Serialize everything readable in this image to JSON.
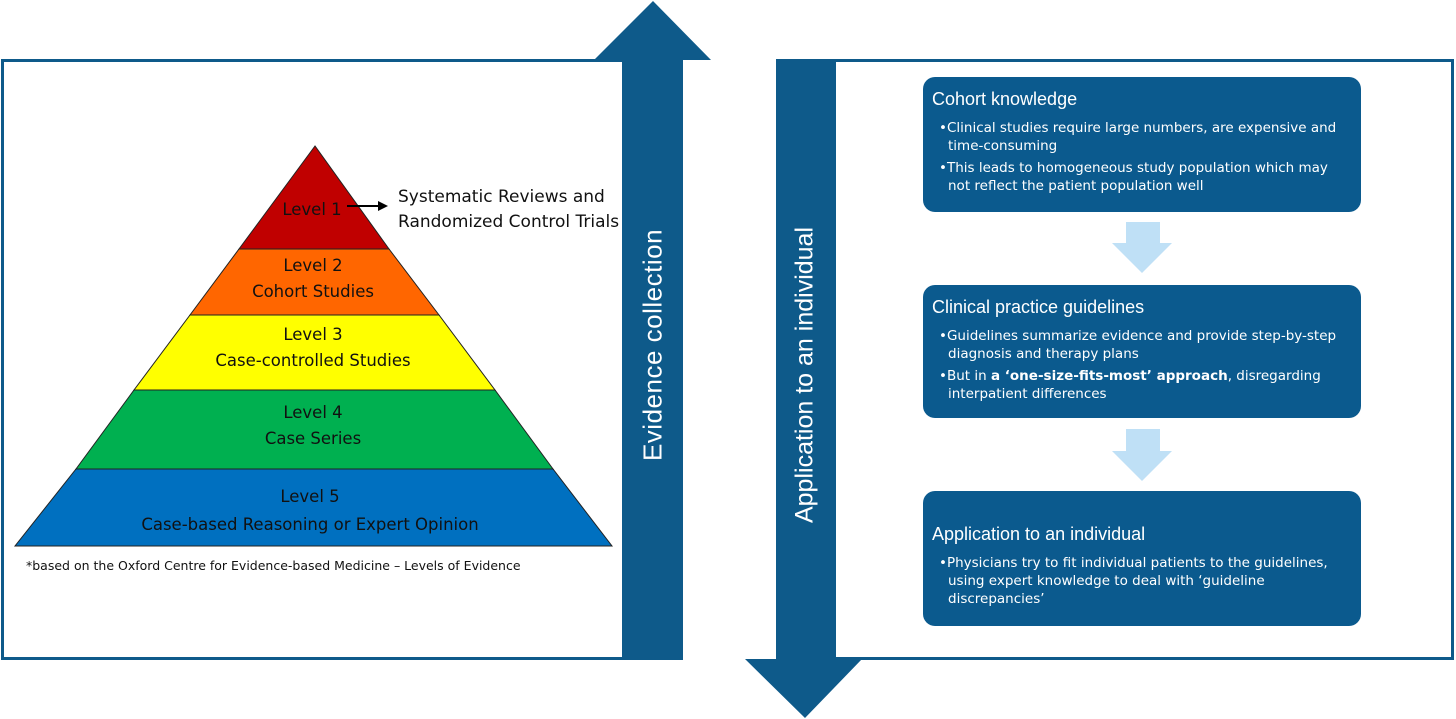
{
  "arrows": {
    "up_label": "Evidence collection",
    "down_label": "Application to an individual",
    "color": "#0e5a8a"
  },
  "pyramid": {
    "levels": [
      {
        "label": "Level 1",
        "description": "",
        "color": "#c00000"
      },
      {
        "label": "Level 2",
        "description": "Cohort Studies",
        "color": "#ff6600"
      },
      {
        "label": "Level 3",
        "description": "Case-controlled Studies",
        "color": "#ffff00"
      },
      {
        "label": "Level 4",
        "description": "Case Series",
        "color": "#00b050"
      },
      {
        "label": "Level 5",
        "description": "Case-based Reasoning or Expert Opinion",
        "color": "#0070c0"
      }
    ],
    "level1_callout": "Systematic Reviews and\nRandomized Control Trials",
    "footnote": "*based on the Oxford Centre for Evidence-based Medicine – Levels of Evidence"
  },
  "cards": [
    {
      "title": "Cohort knowledge",
      "bullets": [
        "•Clinical studies require large numbers, are expensive and time-consuming",
        "•This leads to homogeneous study population which may not reflect the patient population well"
      ]
    },
    {
      "title": "Clinical practice guidelines",
      "bullets": [
        "•Guidelines summarize evidence and provide step-by-step diagnosis and therapy plans"
      ],
      "bullet2": {
        "prefix": "•But in ",
        "bold": "a ‘one-size-fits-most’ approach",
        "suffix": ", disregarding interpatient differences"
      }
    },
    {
      "title": "Application to an individual",
      "bullets": [
        "•Physicians try to fit individual patients to the guidelines, using expert knowledge to deal with ‘guideline discrepancies’"
      ]
    }
  ],
  "flow_arrow_color": "#bfe0f6"
}
